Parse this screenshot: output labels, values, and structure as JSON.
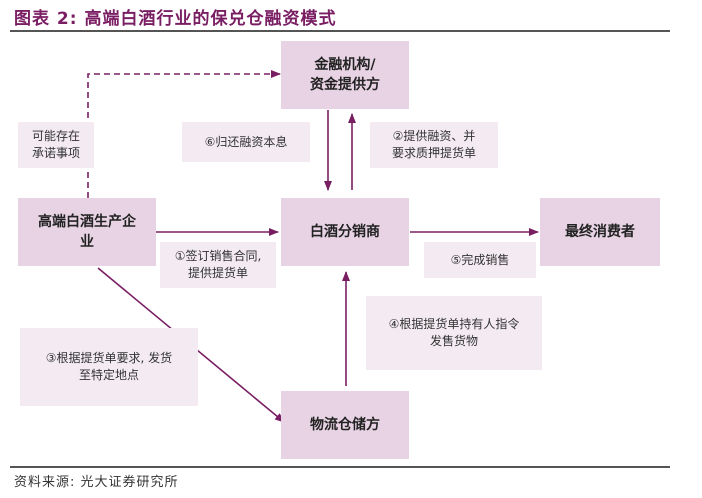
{
  "title": "图表 2:  高端白酒行业的保兑仓融资模式",
  "nodes": {
    "finance": "金融机构/\n资金提供方",
    "producer": "高端白酒生产企\n业",
    "distributor": "白酒分销商",
    "consumer": "最终消费者",
    "logistics": "物流仓储方"
  },
  "notes": {
    "possible": "可能存在\n承诺事项",
    "repay": "⑥归还融资本息",
    "loan": "②提供融资、并\n要求质押提货单",
    "contract": "①签订销售合同,\n提供提货单",
    "sale": "⑤完成销售",
    "ship": "③根据提货单要求, 发货\n至特定地点",
    "instruct": "④根据提货单持有人指令\n发售货物"
  },
  "source": "资料来源:  光大证券研究所",
  "colors": {
    "accent": "#7a1e63",
    "box": "#e7d3e4",
    "note": "#f3eaf2"
  }
}
